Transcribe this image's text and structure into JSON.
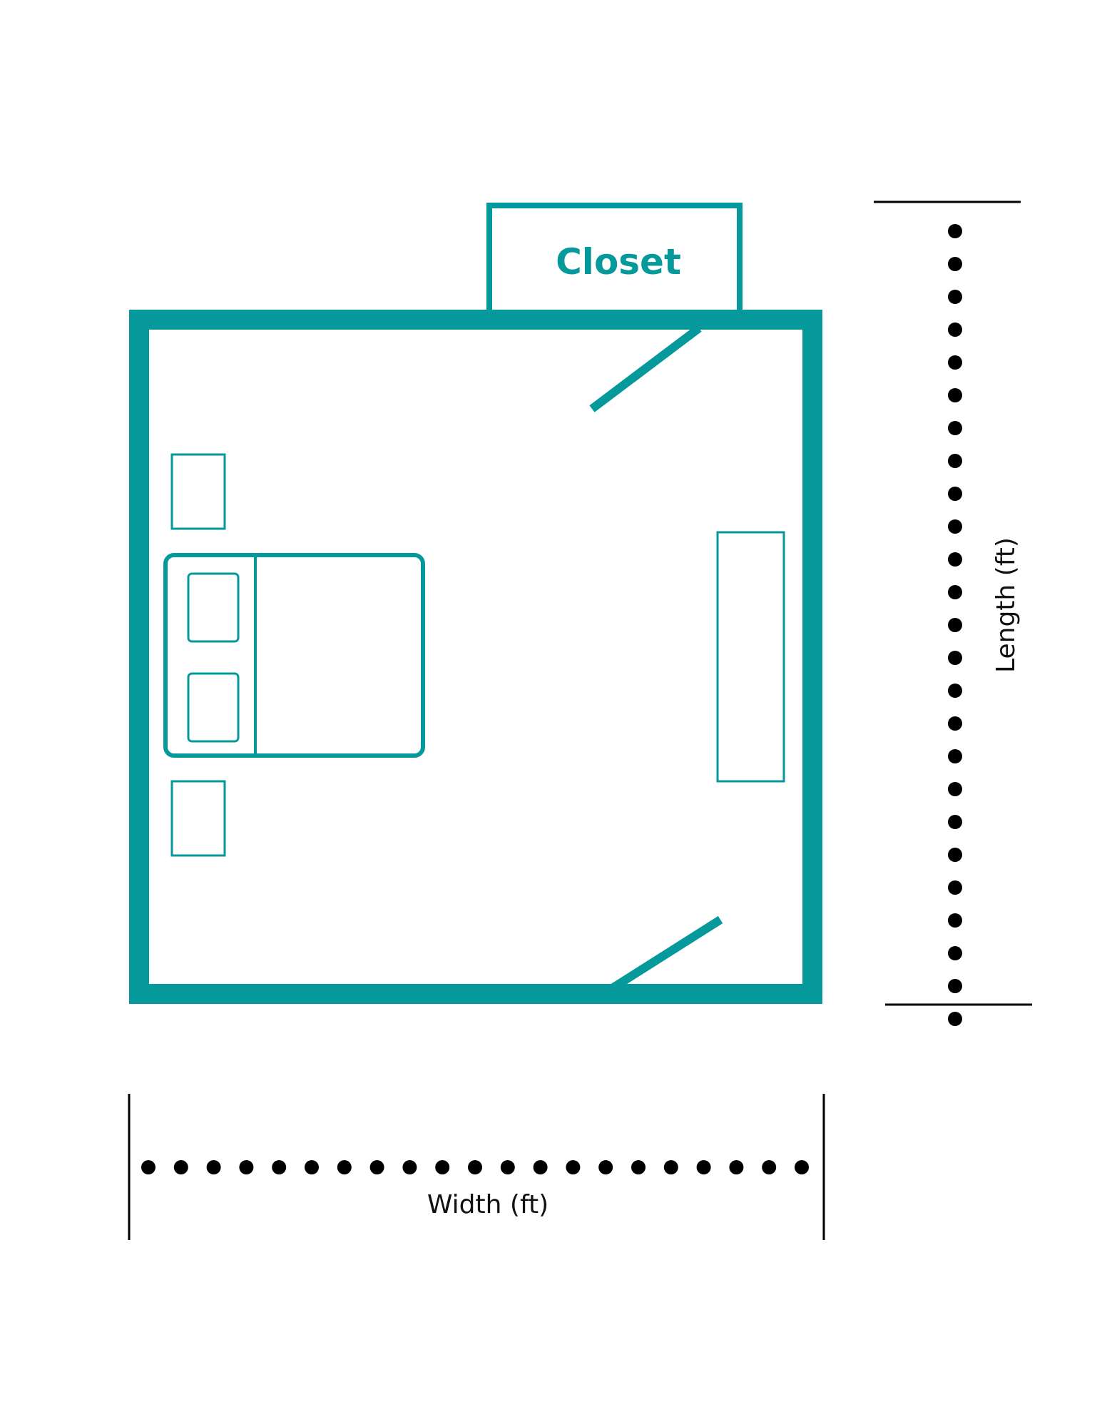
{
  "colors": {
    "accent": "#05999c",
    "ink": "#000000",
    "background": "#ffffff"
  },
  "labels": {
    "closet": "Closet",
    "width": "Width (ft)",
    "length": "Length  (ft)"
  }
}
